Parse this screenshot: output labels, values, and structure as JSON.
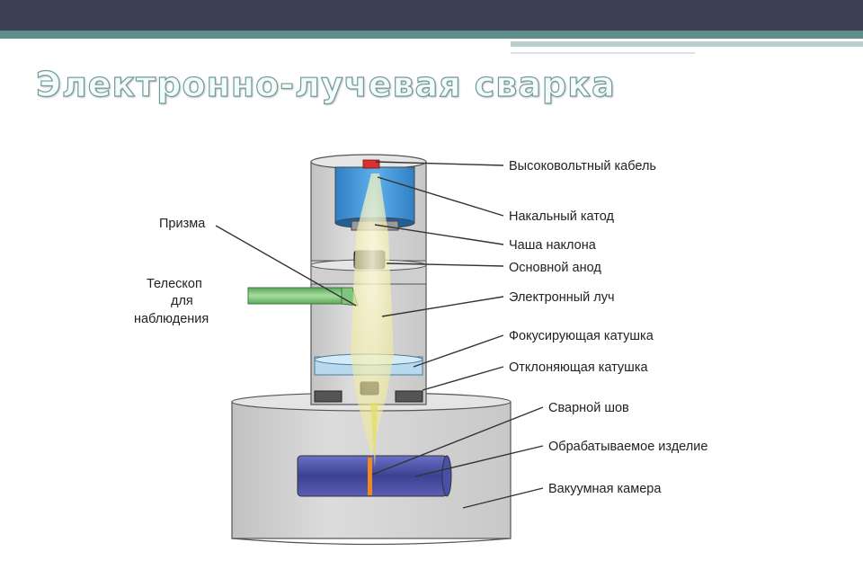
{
  "title": "Электронно-лучевая сварка",
  "labels": {
    "prism": "Призма",
    "telescope_line1": "Телескоп",
    "telescope_line2": "для",
    "telescope_line3": "наблюдения",
    "hv_cable": "Высоковольтный кабель",
    "cathode": "Накальный катод",
    "cup": "Чаша наклона",
    "anode": "Основной анод",
    "beam": "Электронный луч",
    "focus_coil": "Фокусирующая катушка",
    "deflect_coil": "Отклоняющая катушка",
    "weld": "Сварной шов",
    "workpiece": "Обрабатываемое изделие",
    "chamber": "Вакуумная камера"
  },
  "colors": {
    "header_dark": "#3d3f52",
    "header_teal": "#5f8d8a",
    "body_gray": "#d4d4d4",
    "cathode_blue": "#3e8fd0",
    "coil_blue": "#b8d9ee",
    "workpiece_blue": "#4a4fa8",
    "telescope_green": "#7fc47f",
    "beam_yellow": "#f5f1a0",
    "weld_orange": "#f08a1c"
  }
}
